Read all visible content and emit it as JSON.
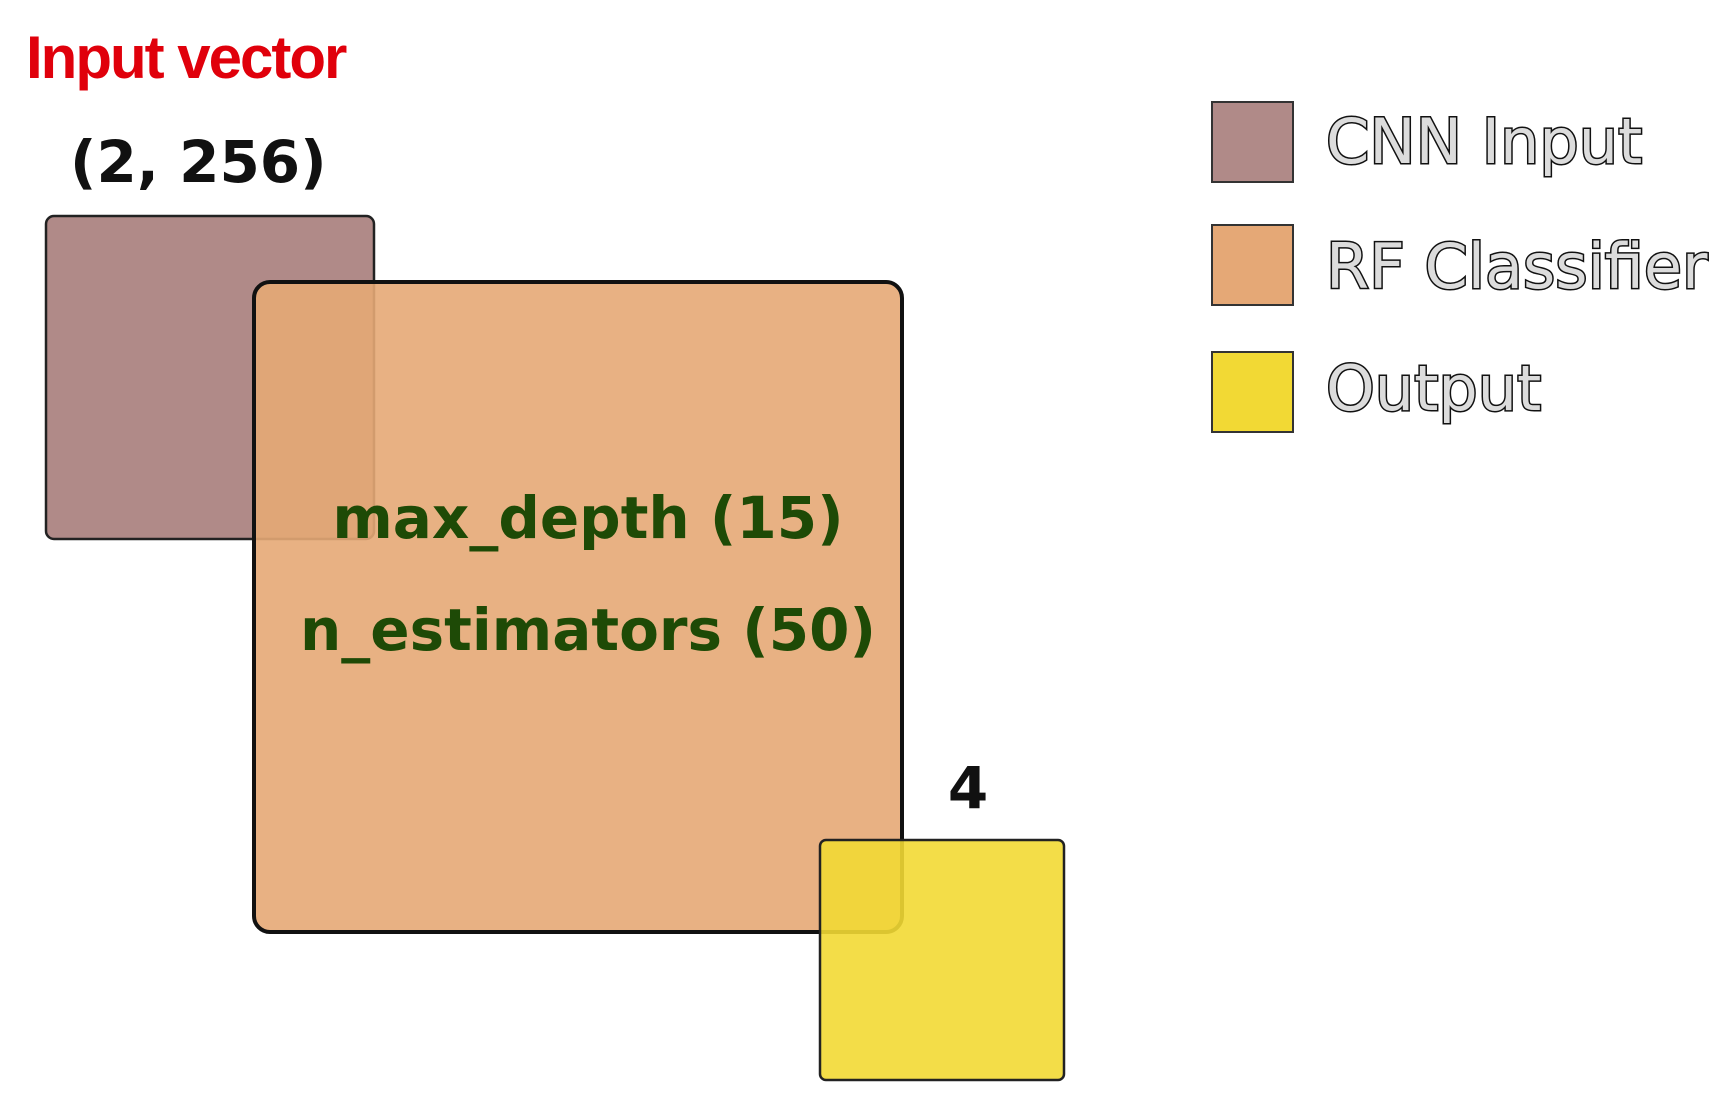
{
  "diagram": {
    "title": "Input vector",
    "title_color": "#e0000b",
    "input_block": {
      "dimension_label": "(2, 256)",
      "color": "#b08a88"
    },
    "classifier_block": {
      "params": [
        "max_depth (15)",
        "n_estimators (50)"
      ],
      "color": "#e5a876"
    },
    "output_block": {
      "dimension_label": "4",
      "color": "#f2d934"
    }
  },
  "legend": {
    "items": [
      {
        "label": "CNN Input",
        "color": "#b08a88"
      },
      {
        "label": "RF Classifier",
        "color": "#e5a876"
      },
      {
        "label": "Output",
        "color": "#f2d934"
      }
    ]
  }
}
